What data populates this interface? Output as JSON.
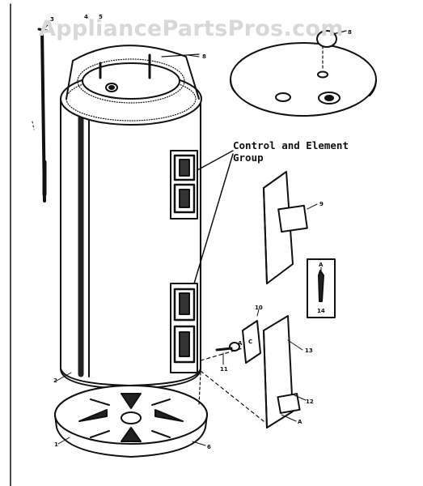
{
  "watermark": "AppliancePartsPros.com",
  "group_label": {
    "line1": "Control and Element",
    "line2": "Group"
  },
  "callouts": {
    "c1": "1",
    "c2": "2",
    "c3": "3",
    "c4": "4",
    "c5": "5",
    "c6": "6",
    "c8a": "8",
    "c8b": "8",
    "c9": "9",
    "c10": "10",
    "c11": "11",
    "c12": "12",
    "c13": "13",
    "cA1": "A",
    "cA2": "A",
    "cA3": "A",
    "cC": "C",
    "c14": "14"
  }
}
